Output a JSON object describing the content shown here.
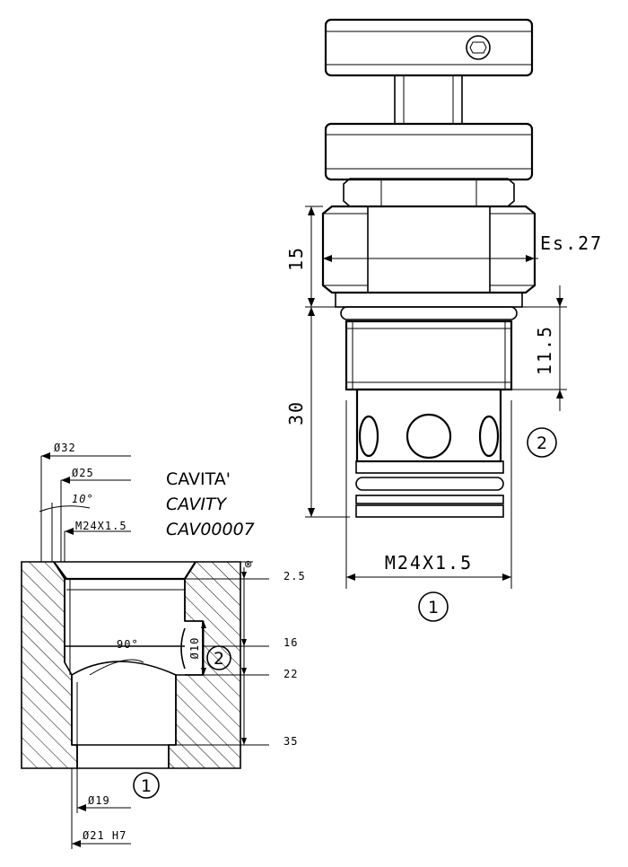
{
  "titles": {
    "line1": "CAVITA'",
    "line2": "CAVITY",
    "line3": "CAV00007"
  },
  "valve": {
    "hex_size": "Es.27",
    "dim_15": "15",
    "dim_30": "30",
    "dim_11_5": "11.5",
    "thread": "M24X1.5",
    "port_1": "1",
    "port_2": "2"
  },
  "cavity": {
    "dia_32": "Ø32",
    "dia_25": "Ø25",
    "angle_10": "10°",
    "thread": "M24X1.5",
    "angle_90": "90°",
    "dia_10": "Ø10",
    "depth_2_5": "2.5",
    "depth_16": "16",
    "depth_22": "22",
    "depth_35": "35",
    "dia_19": "Ø19",
    "dia_21": "Ø21 H7",
    "port_1": "1",
    "port_2": "2"
  }
}
